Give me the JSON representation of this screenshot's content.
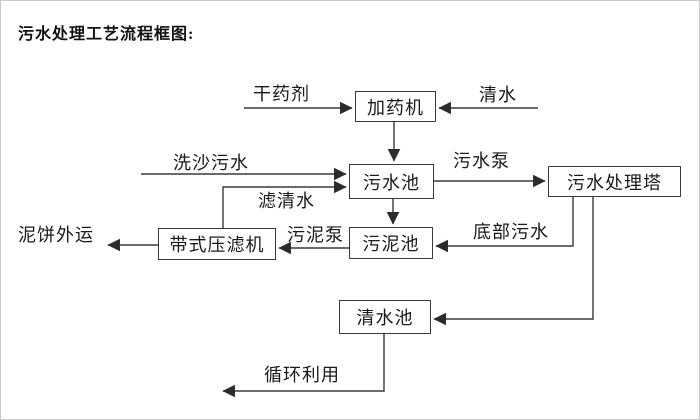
{
  "page": {
    "title": "污水处理工艺流程框图:"
  },
  "diagram": {
    "type": "flowchart",
    "nodes": {
      "dosing_machine": "加药机",
      "sewage_pool": "污水池",
      "treatment_tower": "污水处理塔",
      "sludge_pool": "污泥池",
      "belt_filter_press": "带式压滤机",
      "clean_water_pool": "清水池"
    },
    "flow_labels": {
      "dry_chemical": "干药剂",
      "clean_water": "清水",
      "sand_washing_sewage": "洗沙污水",
      "sewage_pump": "污水泵",
      "filtered_water": "滤清水",
      "sludge_pump": "污泥泵",
      "bottom_sewage": "底部污水",
      "mud_cake_outbound": "泥饼外运",
      "recycle_use": "循环利用"
    },
    "edges": [
      {
        "label": "干药剂",
        "from": null,
        "to": "加药机"
      },
      {
        "label": "清水",
        "from": null,
        "to": "加药机"
      },
      {
        "label": "",
        "from": "加药机",
        "to": "污水池"
      },
      {
        "label": "洗沙污水",
        "from": null,
        "to": "污水池"
      },
      {
        "label": "滤清水",
        "from": "带式压滤机",
        "to": "污水池"
      },
      {
        "label": "污水泵",
        "from": "污水池",
        "to": "污水处理塔"
      },
      {
        "label": "",
        "from": "污水池",
        "to": "污泥池"
      },
      {
        "label": "底部污水",
        "from": "污水处理塔",
        "to": "污泥池"
      },
      {
        "label": "污泥泵",
        "from": "污泥池",
        "to": "带式压滤机"
      },
      {
        "label": "泥饼外运",
        "from": "带式压滤机",
        "to": null
      },
      {
        "label": "",
        "from": "污水处理塔",
        "to": "清水池"
      },
      {
        "label": "循环利用",
        "from": "清水池",
        "to": null
      }
    ],
    "colors": {
      "line": "#3a3a3a",
      "box_border": "#3a3a3a",
      "box_fill": "#ffffff",
      "text": "#1a1a1a",
      "background": "#ffffff"
    }
  }
}
